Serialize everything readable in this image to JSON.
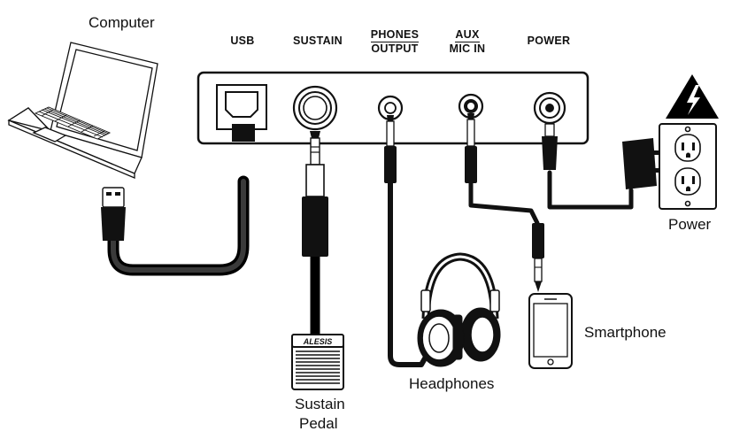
{
  "devices": {
    "computer": "Computer",
    "power": "Power",
    "smartphone": "Smartphone",
    "headphones": "Headphones",
    "sustain_pedal_line1": "Sustain",
    "sustain_pedal_line2": "Pedal"
  },
  "ports": {
    "usb": "USB",
    "sustain": "SUSTAIN",
    "phones_top": "PHONES",
    "phones_bottom": "OUTPUT",
    "aux_top": "AUX",
    "aux_bottom": "MIC IN",
    "power": "POWER"
  },
  "pedal_brand": "ALESIS",
  "colors": {
    "line": "#111111",
    "cable": "#1a1a1a",
    "warning": "#000000"
  }
}
